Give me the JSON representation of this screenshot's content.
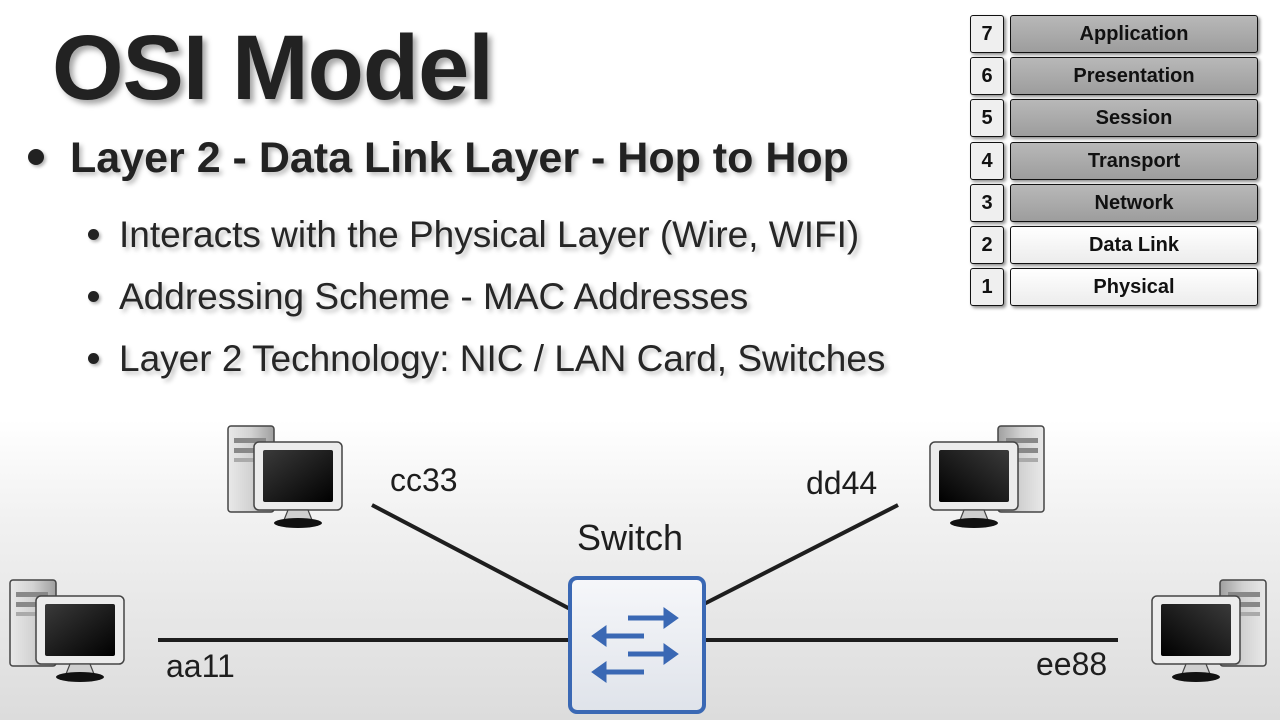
{
  "slide": {
    "title": "OSI Model",
    "heading": "Layer 2 - Data Link Layer - Hop to Hop",
    "bullets": [
      "Interacts with the Physical Layer (Wire, WIFI)",
      "Addressing Scheme - MAC Addresses",
      "Layer 2 Technology: NIC / LAN Card, Switches"
    ]
  },
  "osi_layers": [
    {
      "number": "7",
      "name": "Application"
    },
    {
      "number": "6",
      "name": "Presentation"
    },
    {
      "number": "5",
      "name": "Session"
    },
    {
      "number": "4",
      "name": "Transport"
    },
    {
      "number": "3",
      "name": "Network"
    },
    {
      "number": "2",
      "name": "Data Link"
    },
    {
      "number": "1",
      "name": "Physical"
    }
  ],
  "highlighted_layers": [
    "Data Link",
    "Physical"
  ],
  "diagram": {
    "switch_label": "Switch",
    "hosts": [
      "cc33",
      "dd44",
      "aa11",
      "ee88"
    ],
    "switch_color": "#3a68b4"
  }
}
